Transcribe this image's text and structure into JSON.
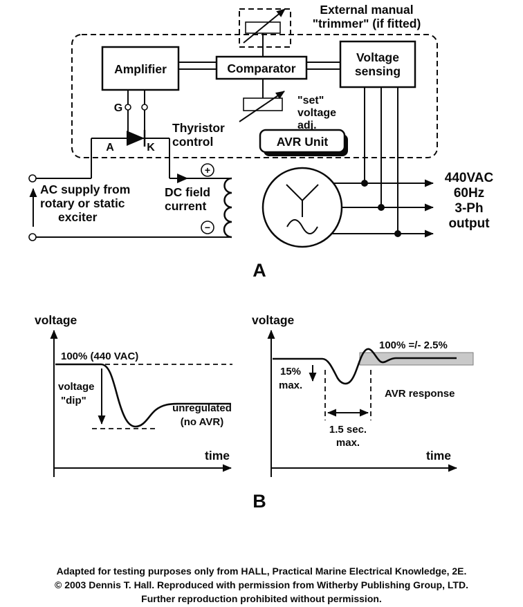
{
  "diagram": {
    "trimmer_label_line1": "External manual",
    "trimmer_label_line2": "\"trimmer\" (if fitted)",
    "amplifier_label": "Amplifier",
    "comparator_label": "Comparator",
    "sensing_label_line1": "Voltage",
    "sensing_label_line2": "sensing",
    "set_adj_line1": "\"set\"",
    "set_adj_line2": "voltage",
    "set_adj_line3": "adj.",
    "avr_unit_label": "AVR Unit",
    "thyristor_line1": "Thyristor",
    "thyristor_line2": "control",
    "gate_label": "G",
    "anode_label": "A",
    "cathode_label": "K",
    "ac_supply_line1": "AC supply from",
    "ac_supply_line2": "rotary or static",
    "ac_supply_line3": "exciter",
    "dc_field_line1": "DC field",
    "dc_field_line2": "current",
    "plus_terminal": "+",
    "minus_terminal": "−",
    "output_line1": "440VAC",
    "output_line2": "60Hz",
    "output_line3": "3-Ph",
    "output_line4": "output",
    "section_label": "A"
  },
  "graph_left": {
    "y_axis_label": "voltage",
    "x_axis_label": "time",
    "ref_label": "100% (440 VAC)",
    "dip_line1": "voltage",
    "dip_line2": "\"dip\"",
    "note_line1": "unregulated",
    "note_line2": "(no AVR)"
  },
  "graph_right": {
    "y_axis_label": "voltage",
    "x_axis_label": "time",
    "band_label": "100% =/- 2.5%",
    "dip_line1": "15%",
    "dip_line2": "max.",
    "recovery_line1": "1.5 sec.",
    "recovery_line2": "max.",
    "response_label": "AVR response"
  },
  "section_b_label": "B",
  "footer": {
    "line1": "Adapted for testing purposes only from HALL, Practical Marine Electrical Knowledge, 2E.",
    "line2": "© 2003 Dennis T. Hall. Reproduced with permission from Witherby Publishing Group, LTD.",
    "line3": "Further reproduction prohibited without permission."
  }
}
